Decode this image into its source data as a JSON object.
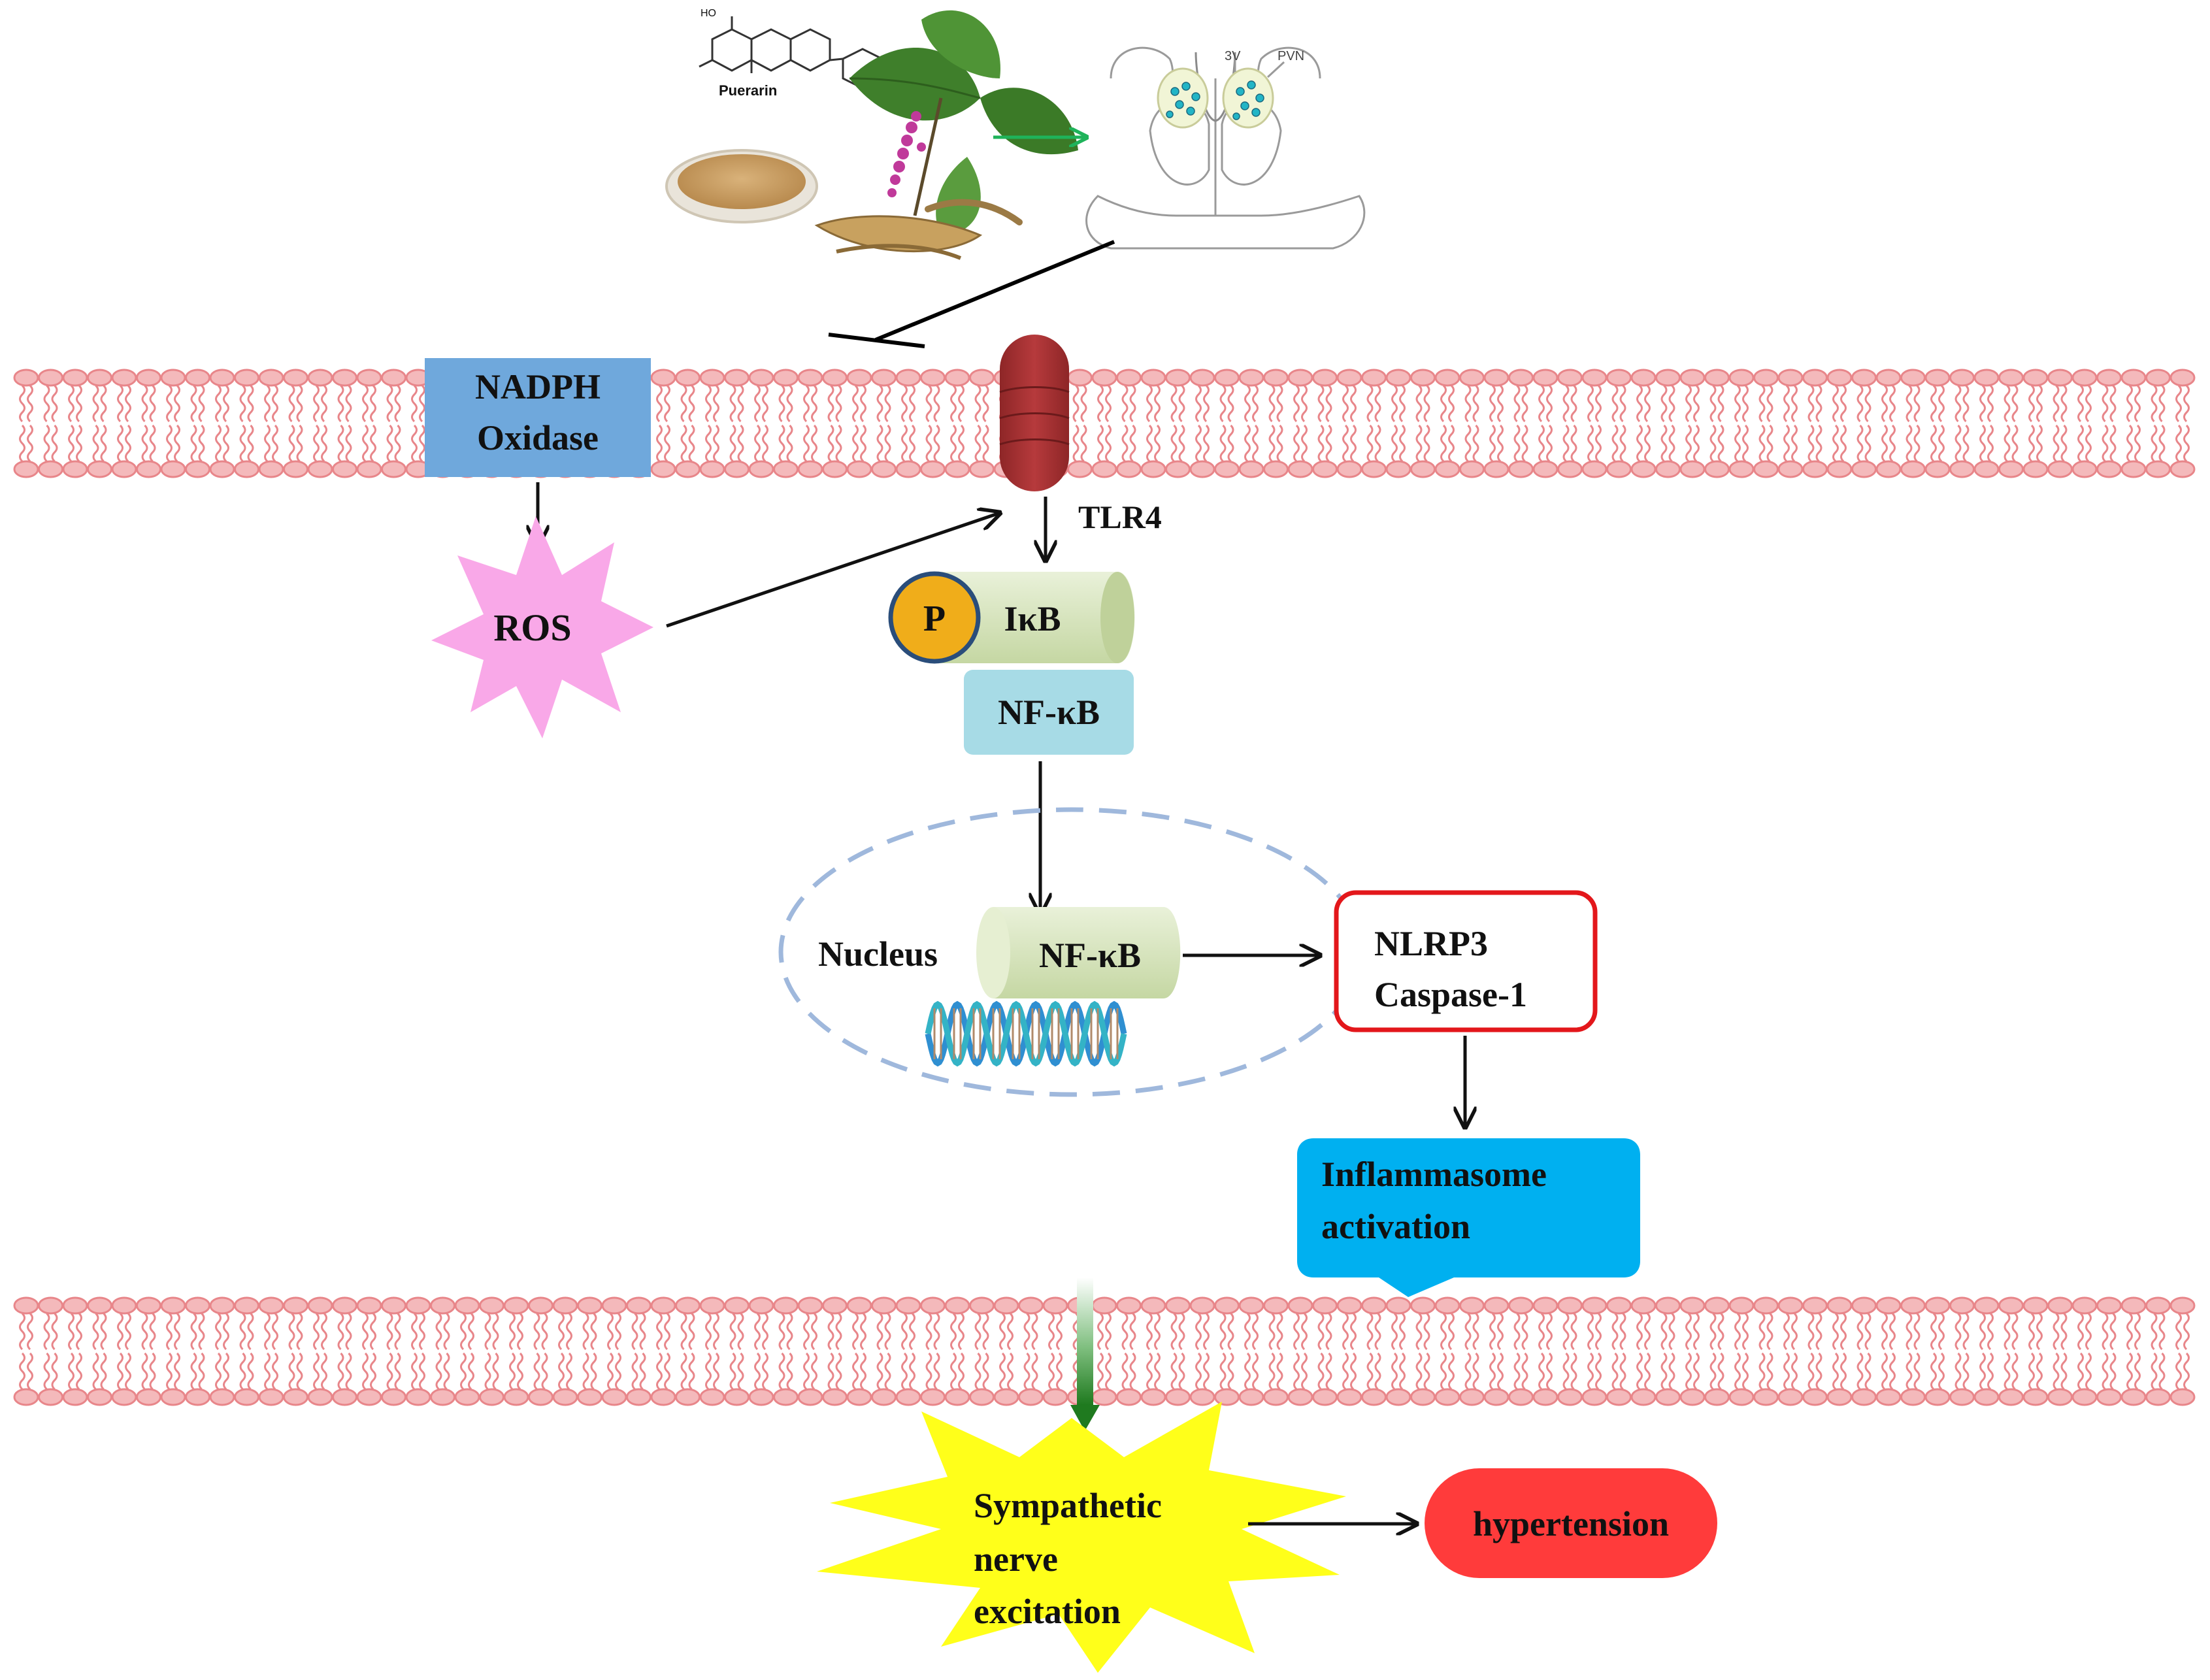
{
  "colors": {
    "membrane": "#e8868a",
    "membrane_light": "#f4b9bb",
    "nadph_box": "#6fa8dc",
    "tlr4": "#a32f31",
    "ros_burst": "#f9a8e8",
    "phospho_circle": "#f0ad1a",
    "phospho_ring": "#2a4d7a",
    "ikb_cylinder": "#d7e4bd",
    "nfkb_box": "#a7dbe6",
    "nucleus_dash": "#9fb8dc",
    "nlrp3_border": "#e3171b",
    "inflammasome": "#00b0f0",
    "green_arrow": "#1f7a1f",
    "sympathetic_burst": "#ffff1a",
    "hypertension": "#ff3b3b",
    "inhibition_line": "#000000"
  },
  "top_illustration": {
    "compound_label": "Puerarin",
    "brain_labels": [
      "3V",
      "PVN"
    ]
  },
  "nodes": {
    "nadph_oxidase": [
      "NADPH",
      "Oxidase"
    ],
    "ros": "ROS",
    "tlr4": "TLR4",
    "phospho": "P",
    "ikb": "IκB",
    "nfkb_cytoplasm": "NF-κB",
    "nucleus": "Nucleus",
    "nfkb_nucleus": "NF-κB",
    "nlrp3_caspase": [
      "NLRP3",
      "Caspase-1"
    ],
    "inflammasome": [
      "Inflammasome",
      "activation"
    ],
    "sympathetic": [
      "Sympathetic",
      "nerve",
      "excitation"
    ],
    "hypertension": "hypertension"
  }
}
